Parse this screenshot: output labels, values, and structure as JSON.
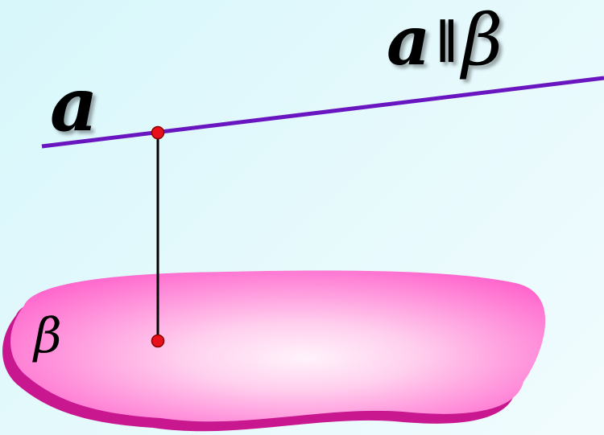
{
  "title": {
    "line": "a",
    "relation": "∥",
    "plane": "β"
  },
  "line_label": "a",
  "plane_label": "β",
  "colors": {
    "background": "#dff8fb",
    "line": "#6a16c0",
    "plane_light": "#fff0fa",
    "plane_mid": "#ff7fd6",
    "plane_edge": "#c8178f",
    "point": "#e8101a",
    "segment": "#000000"
  }
}
